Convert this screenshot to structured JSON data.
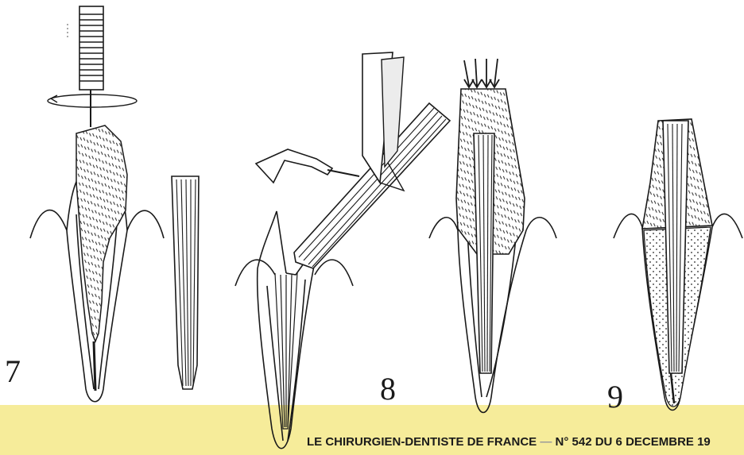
{
  "figures": [
    {
      "number": "7"
    },
    {
      "number": "8"
    },
    {
      "number": "9"
    }
  ],
  "footer": {
    "journal": "LE CHIRURGIEN-DENTISTE DE FRANCE",
    "separator": "—",
    "issue": "N° 542 DU 6 DECEMBRE 19"
  },
  "colors": {
    "band": "#f6ec9a",
    "ink": "#1a1a1a"
  }
}
